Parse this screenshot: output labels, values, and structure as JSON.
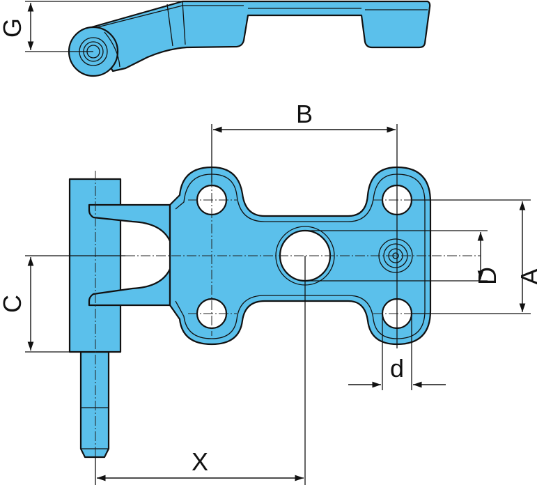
{
  "colors": {
    "part_fill": "#5bc0eb",
    "outline": "#111111",
    "background": "#ffffff"
  },
  "dimension_labels": {
    "A": "A",
    "B": "B",
    "C": "C",
    "D": "D",
    "G": "G",
    "X": "X",
    "d": "d"
  }
}
